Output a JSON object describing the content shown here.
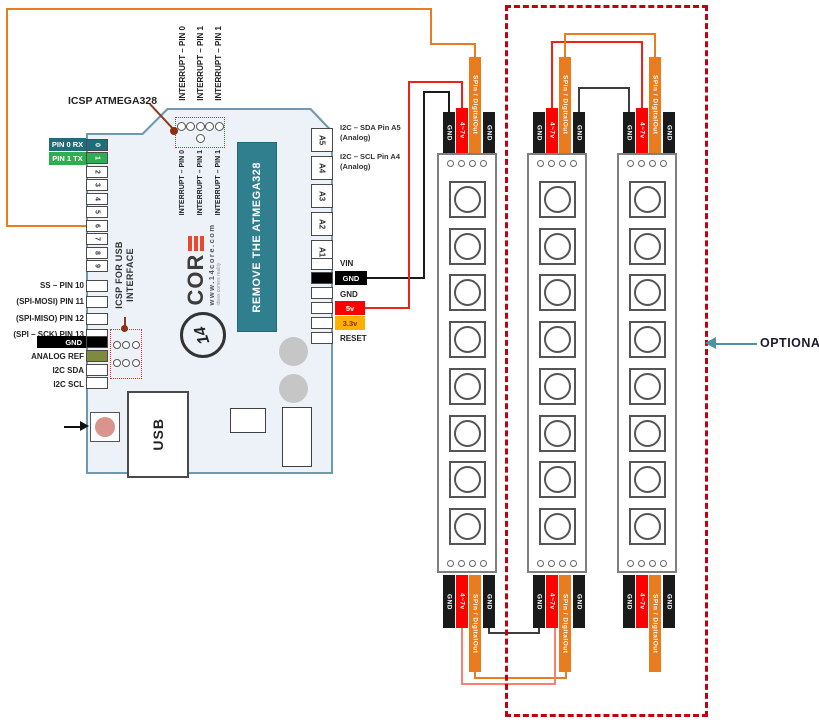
{
  "board": {
    "icsp_atmega_label": "ICSP ATMEGA328",
    "icsp_usb_label_line1": "ICSP FOR USB",
    "icsp_usb_label_line2": "INTERFACE",
    "chip_label": "REMOVE THE ATMEGA328",
    "usb_label": "USB",
    "interrupts_top": [
      "INTERRUPT – PIN 0",
      "INTERRUPT – PIN 1",
      "INTERRUPT – PIN 1"
    ],
    "interrupts_inner": [
      "INTERRUPT – PIN 0",
      "INTERRUPT – PIN 1",
      "INTERRUPT – PIN 1"
    ],
    "rx_label": "PIN 0 RX",
    "tx_label": "PIN 1 TX",
    "digital_pins": [
      "0",
      "1",
      "2",
      "3",
      "4",
      "5",
      "6",
      "7",
      "8",
      "9"
    ],
    "left_labels": [
      "SS – PIN 10",
      "(SPI-MOSI) PIN 11",
      "(SPI-MISO) PIN 12",
      "(SPI – SCK) PIN 13"
    ],
    "gnd_label": "GND",
    "aref_label": "ANALOG REF",
    "sda_label": "I2C SDA",
    "scl_label": "I2C SCL",
    "analog_pins": [
      "A5",
      "A4",
      "A3",
      "A2",
      "A1"
    ],
    "i2c_note_sda_line1": "I2C – SDA Pin A5",
    "i2c_note_sda_line2": "(Analog)",
    "i2c_note_scl_line1": "I2C – SCL Pin A4",
    "i2c_note_scl_line2": "(Analog)",
    "power_labels": {
      "vin": "VIN",
      "gnd1": "GND",
      "gnd2": "GND",
      "v5": "5v",
      "v33": "3.3v",
      "reset": "RESET"
    }
  },
  "logo": {
    "badge": "14",
    "name": "COR",
    "url": "www.14core.com",
    "tagline": "ideas comes reality"
  },
  "strips": {
    "count": 3,
    "leds_per_strip": 8,
    "tags": {
      "gnd": "GND",
      "power": "4~7v",
      "data": "SPin / DigitalOut"
    }
  },
  "optional_label": "OPTIONAL",
  "colors": {
    "wire_orange": "#e87c1e",
    "wire_red": "#ee2217",
    "wire_salmon": "#fb8070",
    "wire_black": "#1a1a1a",
    "dashed_region": "#c30010",
    "arrow_teal": "#4f93a3",
    "chip_teal": "#2f7f8f",
    "pin0_teal": "#1d6e79",
    "pin1_green": "#2fad53",
    "aref_olive": "#7e8b3f",
    "v5_red": "#fe0000",
    "v33_amber": "#ffb000"
  }
}
